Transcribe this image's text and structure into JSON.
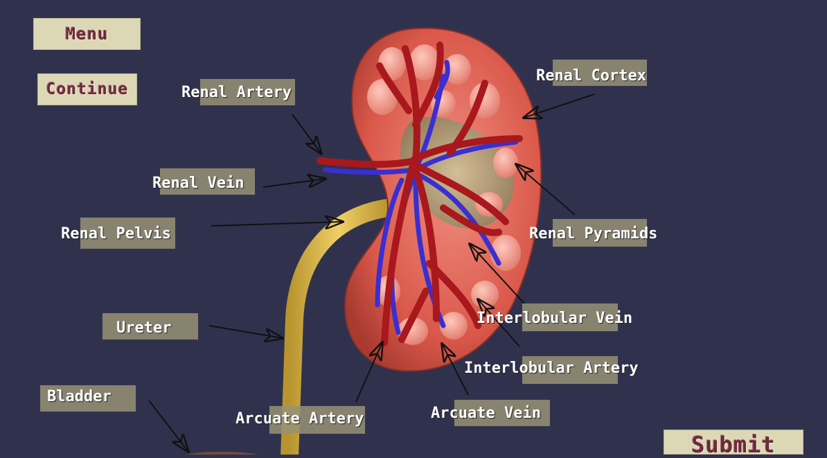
{
  "buttons": {
    "menu": "Menu",
    "continue": "Continue",
    "submit": "Submit"
  },
  "labels": {
    "renal_artery": "Renal Artery",
    "renal_cortex": "Renal Cortex",
    "renal_vein": "Renal Vein",
    "renal_pelvis": "Renal Pelvis",
    "renal_pyramids": "Renal Pyramids",
    "ureter": "Ureter",
    "interlobular_vein": "Interlobular Vein",
    "interlobular_artery": "Interlobular Artery",
    "bladder": "Bladder",
    "arcuate_artery": "Arcuate Artery",
    "arcuate_vein": "Arcuate Vein"
  },
  "colors": {
    "background": "#30324d",
    "button": "#dcd8b6",
    "button_text": "#6b2b3a",
    "label_box": "#969276",
    "kidney": "#d9584a",
    "artery": "#a8181d",
    "vein": "#3a2fd0",
    "ureter": "#d8b64a"
  }
}
